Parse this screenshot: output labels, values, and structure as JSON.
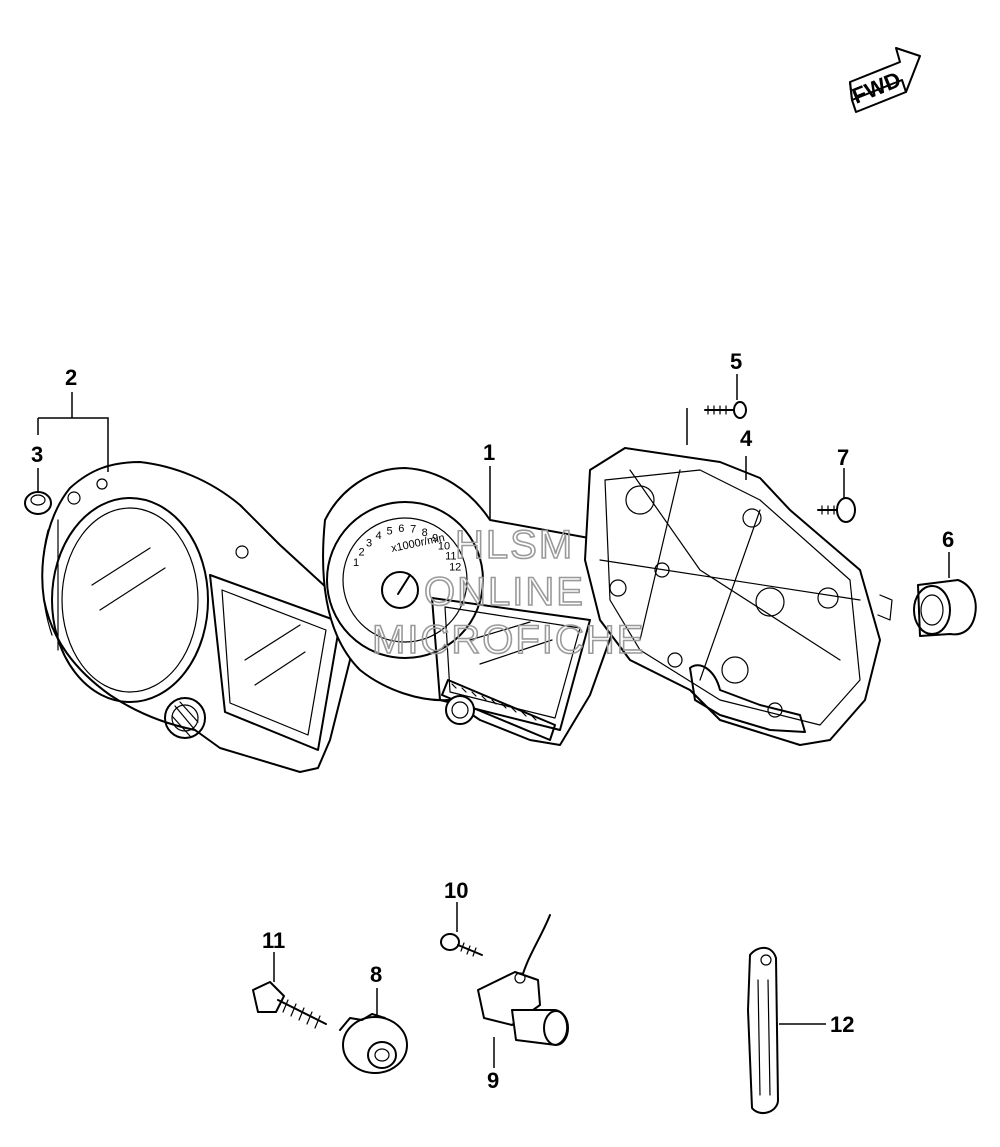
{
  "fwd_label": "FWD",
  "watermark": {
    "line1": "HLSM",
    "line2": "ONLINE",
    "line3": "MICROFICHE"
  },
  "tach_label": "x1000r/min",
  "tach_ticks": [
    "1",
    "2",
    "3",
    "4",
    "5",
    "6",
    "7",
    "8",
    "9",
    "10",
    "11",
    "12"
  ],
  "callouts": {
    "p1": "1",
    "p2": "2",
    "p3": "3",
    "p4": "4",
    "p5": "5",
    "p6": "6",
    "p7": "7",
    "p8": "8",
    "p9": "9",
    "p10": "10",
    "p11": "11",
    "p12": "12"
  }
}
